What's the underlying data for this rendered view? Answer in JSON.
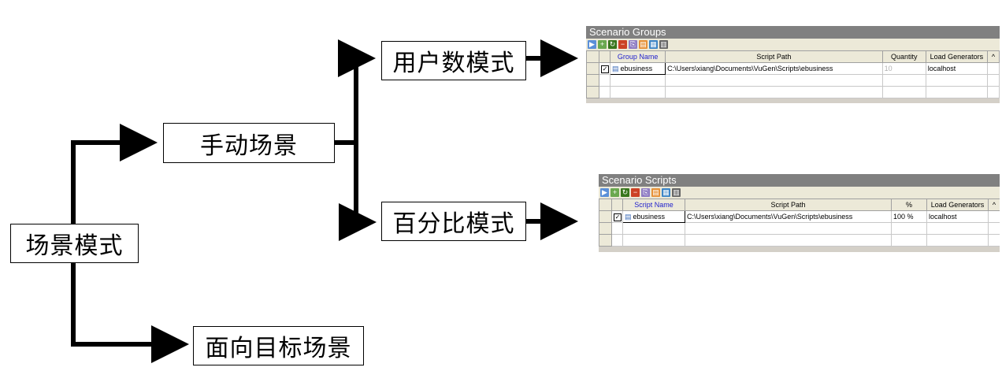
{
  "diagram": {
    "root": "场景模式",
    "manual": "手动场景",
    "goal": "面向目标场景",
    "user_mode": "用户数模式",
    "percent_mode": "百分比模式"
  },
  "groups_panel": {
    "title": "Scenario Groups",
    "toolbar_icons": [
      "play-icon",
      "add-group-icon",
      "refresh-icon",
      "remove-icon",
      "copy-icon",
      "paste-icon",
      "details-icon",
      "grid-icon"
    ],
    "columns": [
      "Group Name",
      "Script Path",
      "Quantity",
      "Load Generators"
    ],
    "rows": [
      {
        "checked": true,
        "name": "ebusiness",
        "path": "C:\\Users\\xiang\\Documents\\VuGen\\Scripts\\ebusiness",
        "value": "10",
        "generator": "localhost"
      }
    ]
  },
  "scripts_panel": {
    "title": "Scenario Scripts",
    "toolbar_icons": [
      "play-icon",
      "add-group-icon",
      "refresh-icon",
      "remove-icon",
      "copy-icon",
      "paste-icon",
      "details-icon",
      "grid-icon"
    ],
    "columns": [
      "Script Name",
      "Script Path",
      "%",
      "Load Generators"
    ],
    "rows": [
      {
        "checked": true,
        "name": "ebusiness",
        "path": "C:\\Users\\xiang\\Documents\\VuGen\\Scripts\\ebusiness",
        "value": "100 %",
        "generator": "localhost"
      }
    ]
  }
}
